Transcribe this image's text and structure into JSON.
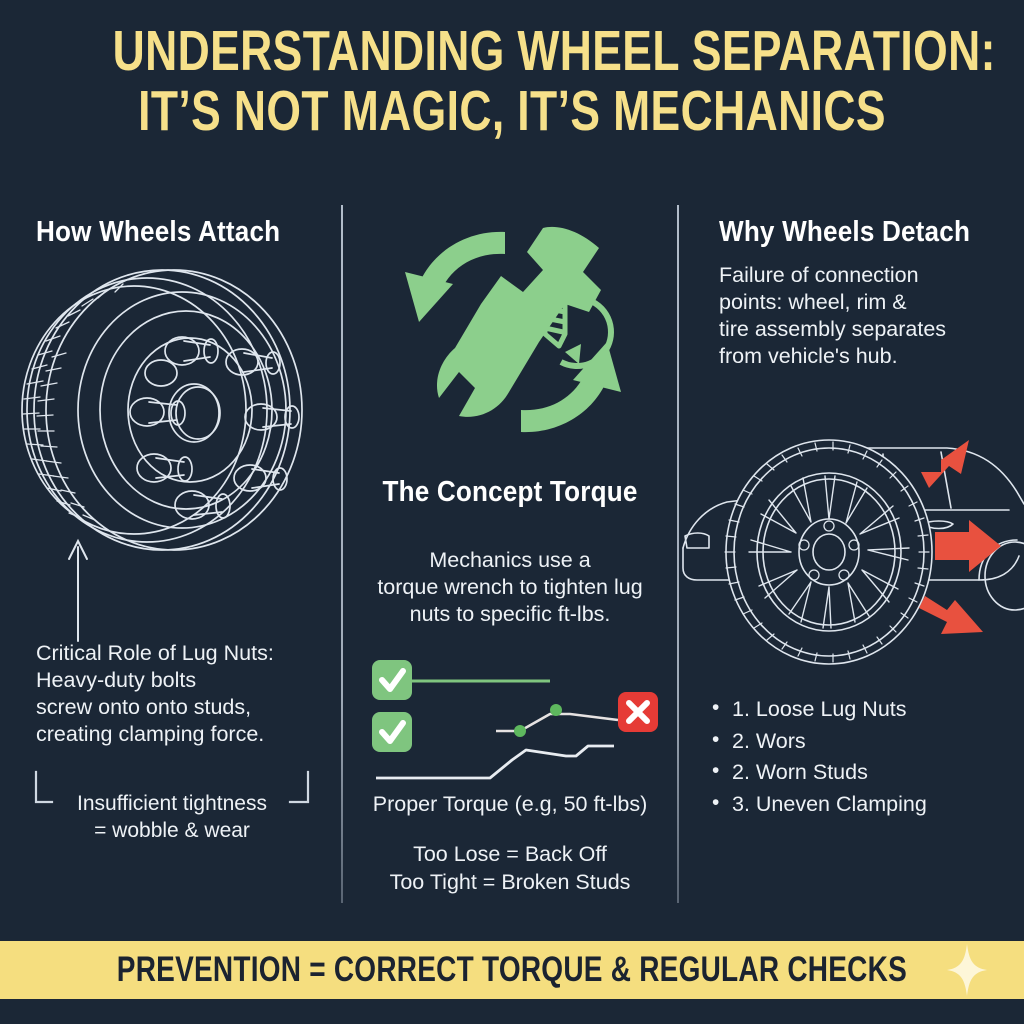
{
  "theme": {
    "background": "#1b2736",
    "title_color": "#f6e08a",
    "text_color": "#eef2f6",
    "accent_green": "#8bcf8b",
    "accent_red": "#e8513f",
    "banner_bg": "#f5de7f",
    "banner_text": "#1b2330",
    "line_art": "#dfe6ee"
  },
  "title": {
    "line1": "UNDERSTANDING WHEEL SEPARATION:",
    "line2": "IT’S NOT MAGIC, IT’S MECHANICS"
  },
  "left_column": {
    "heading": "How Wheels Attach",
    "illustration_name": "wheel-hub-line-art",
    "callout_arrow_name": "callout-arrow-up",
    "paragraph": "Critical Role of Lug Nuts: Heavy-duty bolts screw onto onto studs, creating clamping force.",
    "paragraph_lines": [
      "Critical Role of Lug Nuts:",
      "Heavy-duty bolts",
      "screw onto onto studs,",
      "creating clamping force."
    ],
    "bracket_note_lines": [
      "Insufficient tightness",
      "= wobble & wear"
    ]
  },
  "middle_column": {
    "icon_name": "wrench-rotation-bolt-icon",
    "heading": "The Concept Torque",
    "paragraph_lines": [
      "Mechanics use a",
      "torque wrench to tighten lug",
      "nuts to specific ft-lbs."
    ],
    "chart_caption": "Proper Torque (e.g, 50 ft-lbs)",
    "footer_lines": [
      "Too Lose = Back Off",
      "Too Tight = Broken Studs"
    ]
  },
  "right_column": {
    "heading": "Why Wheels Detach",
    "paragraph_lines": [
      "Failure of connection",
      "points: wheel, rim &",
      "tire assembly separates",
      "from vehicle's hub."
    ],
    "illustration_name": "detached-wheel-and-car-line-art",
    "causes": [
      "1. Loose Lug Nuts",
      "2. Wors",
      "2. Worn Studs",
      "3. Uneven Clamping"
    ]
  },
  "banner": {
    "text": "PREVENTION = CORRECT TORQUE & REGULAR CHECKS",
    "sparkle_name": "sparkle-icon"
  },
  "chart_data": {
    "type": "line",
    "title": "Proper Torque (e.g, 50 ft-lbs)",
    "xlabel": "",
    "ylabel": "",
    "legend_position": "left-badges",
    "grid": false,
    "annotations": [
      {
        "name": "check-badge-1",
        "symbol": "✓",
        "color": "#7fc57f",
        "meaning": "good"
      },
      {
        "name": "check-badge-2",
        "symbol": "✓",
        "color": "#7fc57f",
        "meaning": "good"
      },
      {
        "name": "x-badge",
        "symbol": "✕",
        "color": "#e63b36",
        "meaning": "bad"
      }
    ],
    "series": [
      {
        "name": "Proper torque (flat, green)",
        "color": "#7fc57f",
        "x": [
          0.12,
          0.8
        ],
        "y": [
          0.8,
          0.8
        ]
      },
      {
        "name": "Over-torque rise (light)",
        "color": "#e6e2e2",
        "x": [
          0.42,
          0.55,
          0.64,
          0.74,
          0.86
        ],
        "y": [
          0.46,
          0.46,
          0.57,
          0.64,
          0.6
        ],
        "markers": [
          {
            "x": 0.55,
            "y": 0.46,
            "color": "#5eb85e"
          },
          {
            "x": 0.74,
            "y": 0.64,
            "color": "#5eb85e"
          }
        ]
      },
      {
        "name": "Baseline step (white)",
        "color": "#e8ecf1",
        "x": [
          0.02,
          0.4,
          0.47,
          0.52,
          0.63,
          0.68,
          0.72,
          0.93
        ],
        "y": [
          0.09,
          0.09,
          0.17,
          0.27,
          0.24,
          0.24,
          0.33,
          0.33
        ]
      }
    ]
  }
}
